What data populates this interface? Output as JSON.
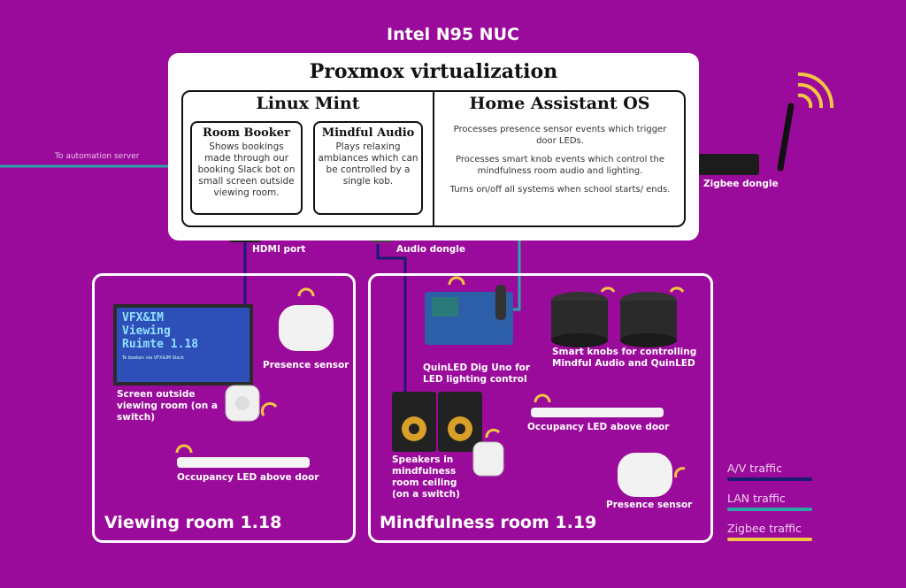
{
  "header": {
    "nuc_title": "Intel N95 NUC"
  },
  "proxmox": {
    "title": "Proxmox virtualization",
    "linux_mint": {
      "title": "Linux Mint",
      "room_booker": {
        "title": "Room Booker",
        "desc": "Shows bookings made through our booking Slack bot on small screen outside viewing room."
      },
      "mindful_audio": {
        "title": "Mindful Audio",
        "desc": "Plays relaxing ambiances which can be controlled by a single kob."
      }
    },
    "home_assistant": {
      "title": "Home Assistant OS",
      "lines": [
        "Processes presence sensor events which trigger door LEDs.",
        "Processes smart knob events which control the mindfulness room audio and lighting.",
        "Turns on/off all systems when school starts/ ends."
      ]
    }
  },
  "connectors": {
    "automation_server": "To automation server",
    "zigbee_dongle": "Zigbee dongle",
    "hdmi_port": "HDMI port",
    "audio_dongle": "Audio dongle"
  },
  "viewing_room": {
    "title": "Viewing room 1.18",
    "screen_text": [
      "VFX&IM",
      "Viewing",
      "Ruimte 1.18"
    ],
    "screen_subtext": "Te boeken via VFX&IM Slack",
    "screen_label": "Screen outside viewing room (on a switch)",
    "presence_label": "Presence sensor",
    "led_label": "Occupancy LED above door"
  },
  "mindfulness_room": {
    "title": "Mindfulness room 1.19",
    "quinled_label": "QuinLED Dig Uno for LED lighting control",
    "knobs_label": "Smart knobs for controlling Mindful Audio and QuinLED",
    "led_label": "Occupancy LED above door",
    "speakers_label": "Speakers in mindfulness room ceiling (on a switch)",
    "presence_label": "Presence sensor"
  },
  "legend": [
    {
      "label": "A/V traffic",
      "color": "#1a1a6e"
    },
    {
      "label": "LAN traffic",
      "color": "#2aa6a6"
    },
    {
      "label": "Zigbee traffic",
      "color": "#f4c542"
    }
  ],
  "colors": {
    "background": "#9b0b9b",
    "av": "#1a1a6e",
    "lan": "#2aa6a6",
    "zigbee": "#f4c542"
  }
}
